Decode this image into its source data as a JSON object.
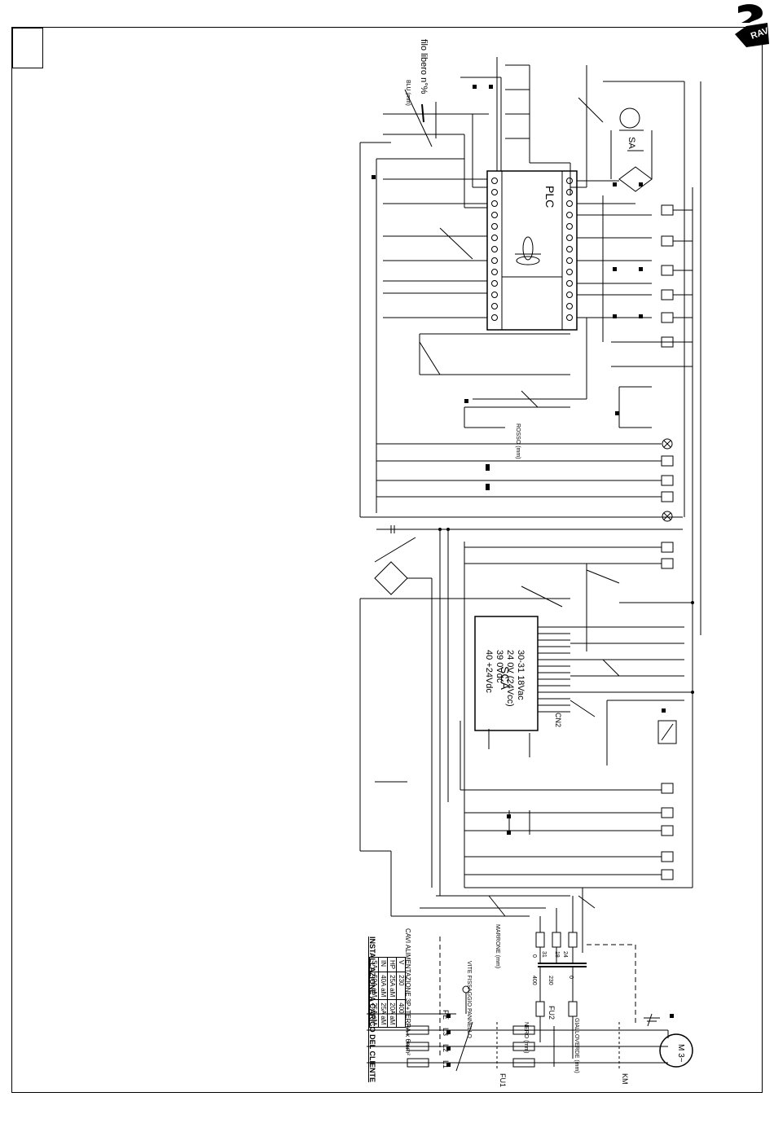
{
  "header": {
    "logo_mark": "RAV"
  },
  "top_note": {
    "text": "filo libero n°%"
  },
  "blocks": {
    "plc_label": "PLC",
    "sca_label": "SCA",
    "sca_lines": [
      "30-31  18Vac",
      "24  0V (24Vcc)",
      "39  0Vdc",
      "40  +24Vdc"
    ],
    "sca_connector": "CN2",
    "sensor_label": "SA"
  },
  "install_table": {
    "title": "INSTALLAZIONE A CARICO DEL CLIENTE",
    "subtitle": "CAVI ALIMENTAZIONE 3P+TERRA x 6mm²",
    "rows": [
      [
        "V",
        "230",
        "400"
      ],
      [
        "HP",
        "25A aM",
        "20A aM"
      ],
      [
        "IN",
        "40A aM",
        "25A aM"
      ],
      [
        "SA",
        "50A aM",
        "25A aM"
      ]
    ]
  },
  "power_section": {
    "terminal_labels": [
      "L1",
      "L2",
      "L3",
      "PE"
    ],
    "fuse_labels": [
      "FU1",
      "FU2"
    ],
    "transformer_taps": [
      "0",
      "230",
      "400",
      "0",
      "18",
      "24",
      "31"
    ],
    "motor_label": "M 3~",
    "motor_contactor": "KM",
    "ground_note": "VITE FISSAGGIO PANNELLO"
  },
  "wire_color_notes": [
    "BLU (mm)",
    "ROSSO (mm)",
    "MARRONE (mm)",
    "NERO (mm)",
    "GIALLOVERDE (mm)"
  ]
}
